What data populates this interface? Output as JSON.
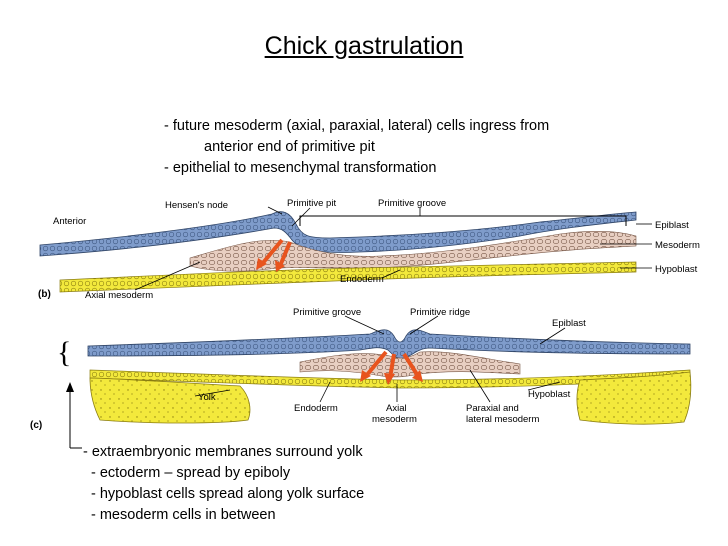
{
  "title": "Chick gastrulation",
  "top_bullets": [
    "- future mesoderm (axial, paraxial, lateral) cells ingress from",
    "anterior end of primitive pit",
    "- epithelial to mesenchymal transformation"
  ],
  "panel_b": {
    "panel_label": "(b)",
    "labels": {
      "hensens_node": "Hensen's node",
      "primitive_pit": "Primitive pit",
      "primitive_groove": "Primitive groove",
      "anterior": "Anterior",
      "epiblast": "Epiblast",
      "mesoderm": "Mesoderm",
      "hypoblast": "Hypoblast",
      "endoderm": "Endoderm",
      "axial_mesoderm": "Axial mesoderm"
    }
  },
  "panel_c": {
    "panel_label": "(c)",
    "labels": {
      "primitive_groove": "Primitive groove",
      "primitive_ridge": "Primitive ridge",
      "epiblast": "Epiblast",
      "hypoblast": "Hypoblast",
      "yolk": "Yolk",
      "endoderm": "Endoderm",
      "axial_line1": "Axial",
      "axial_line2": "mesoderm",
      "paraxial_line1": "Paraxial and",
      "paraxial_line2": "lateral mesoderm"
    }
  },
  "bottom_bullets": [
    "- extraembryonic membranes surround yolk",
    "- ectoderm – spread by epiboly",
    "- hypoblast cells spread along yolk surface",
    "- mesoderm cells in between"
  ],
  "colors": {
    "epiblast": "#7f9ccb",
    "hypoblast": "#f3e93c",
    "mesoderm": "#e8cfc2",
    "arrow": "#e8541e"
  }
}
